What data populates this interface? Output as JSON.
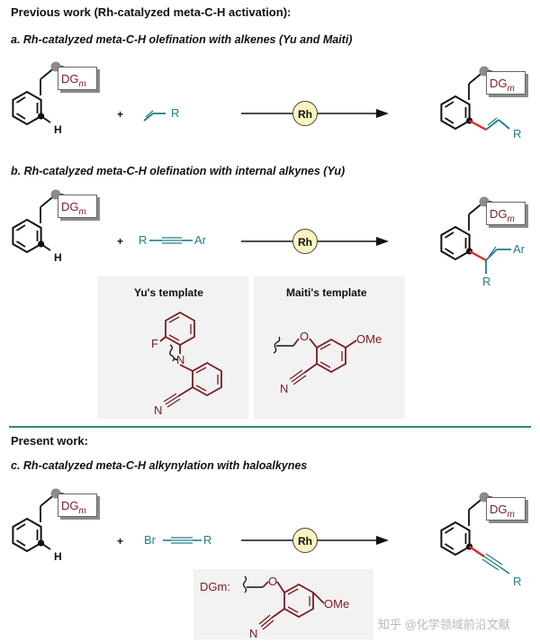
{
  "previous_work": {
    "heading": "Previous work (Rh-catalyzed meta-C-H activation):",
    "section_a": {
      "title": "a. Rh-catalyzed meta-C-H olefination with alkenes (Yu and Maiti)",
      "plus": "+",
      "reagent_r": "R",
      "catalyst": "Rh",
      "product_r": "R"
    },
    "section_b": {
      "title": "b. Rh-catalyzed meta-C-H olefination with internal alkynes (Yu)",
      "plus": "+",
      "reagent": "R—≡—Ar",
      "reagent_left": "R",
      "reagent_right": "Ar",
      "catalyst": "Rh",
      "product_ar": "Ar",
      "product_r": "R",
      "yu_template": "Yu's template",
      "maiti_template": "Maiti's template",
      "yu_f": "F",
      "yu_n": "N",
      "yu_cn": "N",
      "maiti_o": "O",
      "maiti_ome": "OMe",
      "maiti_cn": "N"
    }
  },
  "present_work": {
    "heading": "Present work:",
    "section_c": {
      "title": "c. Rh-catalyzed meta-C-H alkynylation with haloalkynes",
      "plus": "+",
      "reagent_left": "Br",
      "reagent_right": "R",
      "catalyst": "Rh",
      "product_r": "R",
      "dgm_label": "DGm:",
      "dg_o": "O",
      "dg_ome": "OMe",
      "dg_cn": "N"
    }
  },
  "common": {
    "dg_main": "DG",
    "dg_sub": "m",
    "h_label": "H"
  },
  "watermark": "知乎 @化学领域前沿文献",
  "colors": {
    "teal": "#1e7f86",
    "red_bond": "#e0282e",
    "template_red": "#7a1b21",
    "divider": "#2e8b7e",
    "rh_fill": "#fbf4c0"
  }
}
